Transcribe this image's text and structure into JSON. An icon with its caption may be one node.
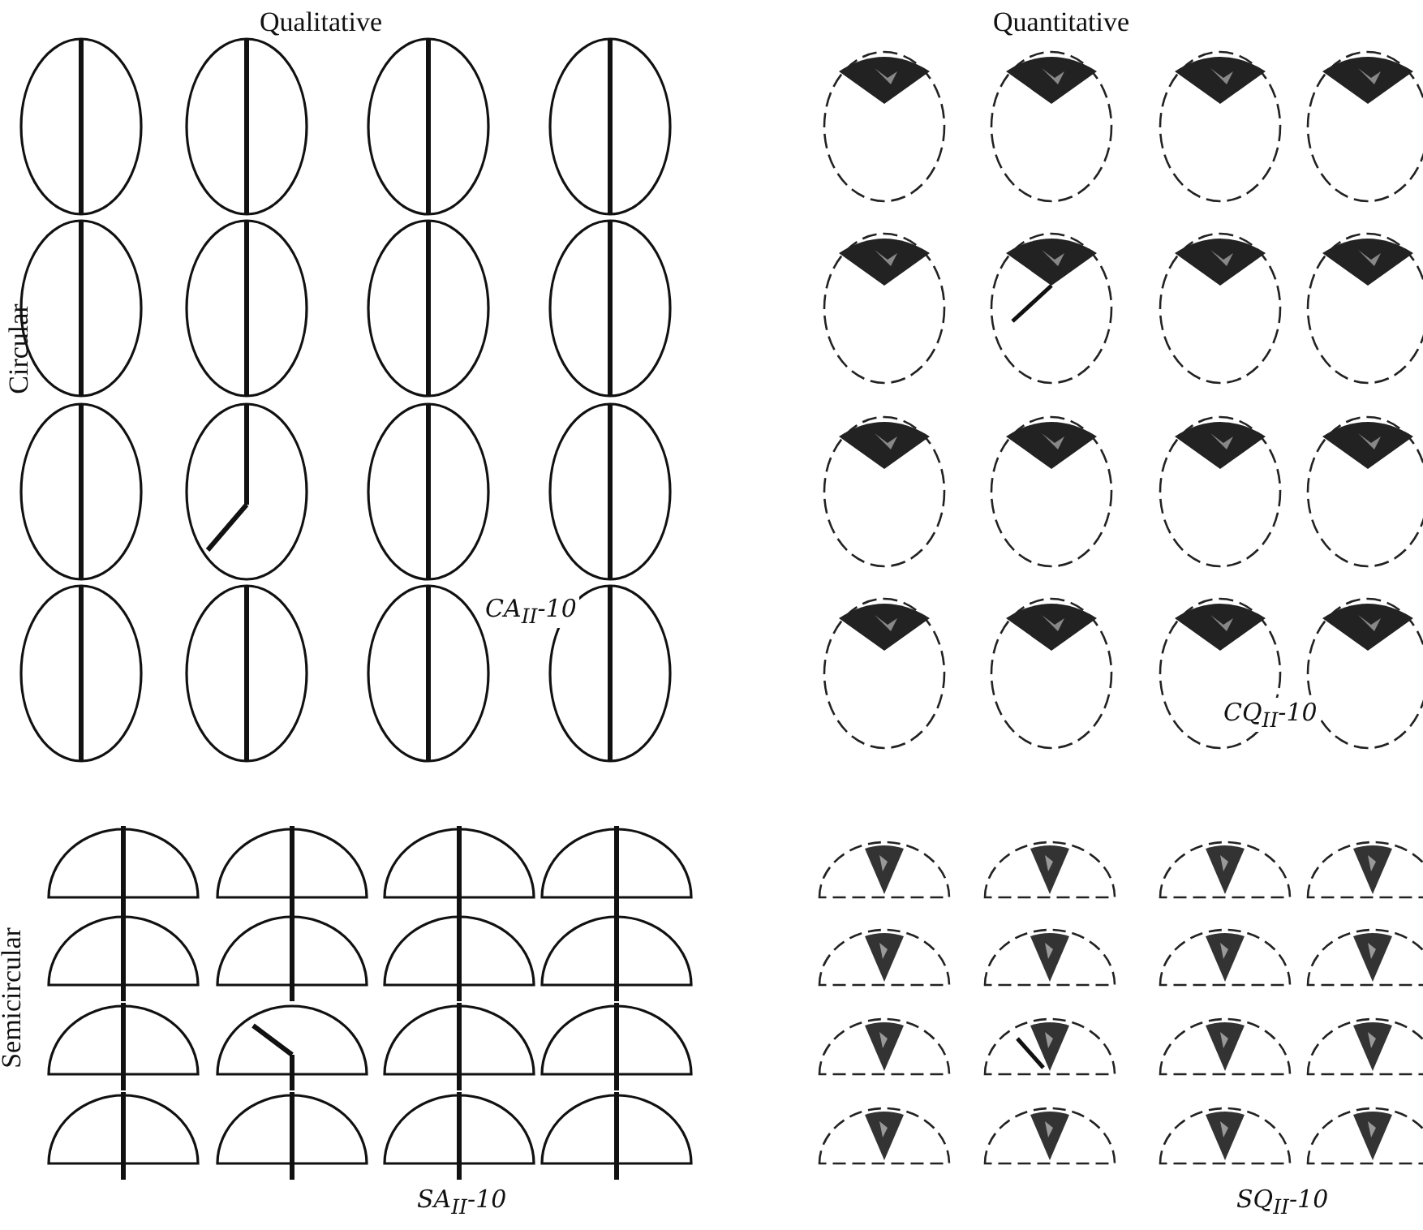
{
  "diagram": {
    "labels": [
      "Qualitative",
      "Quantitative",
      "Circular",
      "Semicircular",
      "CA$_{II}$-10",
      "CQ$_{II}$-10",
      "SA$_{II}$-10",
      "SQ$_{II}$-10"
    ]
  }
}
